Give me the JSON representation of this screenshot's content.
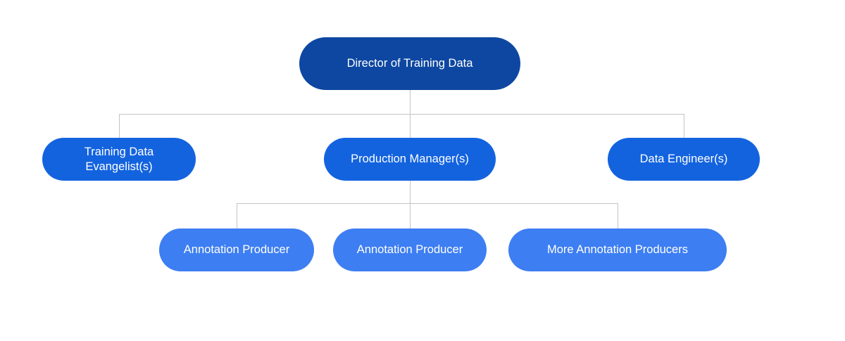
{
  "colors": {
    "background": "#ffffff",
    "text": "#ffffff",
    "connector": "#c4c4c4",
    "level1_fill": "#0d47a1",
    "level2_fill": "#1363df",
    "level3_fill": "#3d7ef2"
  },
  "org_chart": {
    "root": {
      "label": "Director of Training Data"
    },
    "level2": [
      {
        "label": "Training Data\nEvangelist(s)"
      },
      {
        "label": "Production Manager(s)"
      },
      {
        "label": "Data Engineer(s)"
      }
    ],
    "level3": [
      {
        "label": "Annotation Producer"
      },
      {
        "label": "Annotation Producer"
      },
      {
        "label": "More Annotation Producers"
      }
    ]
  }
}
